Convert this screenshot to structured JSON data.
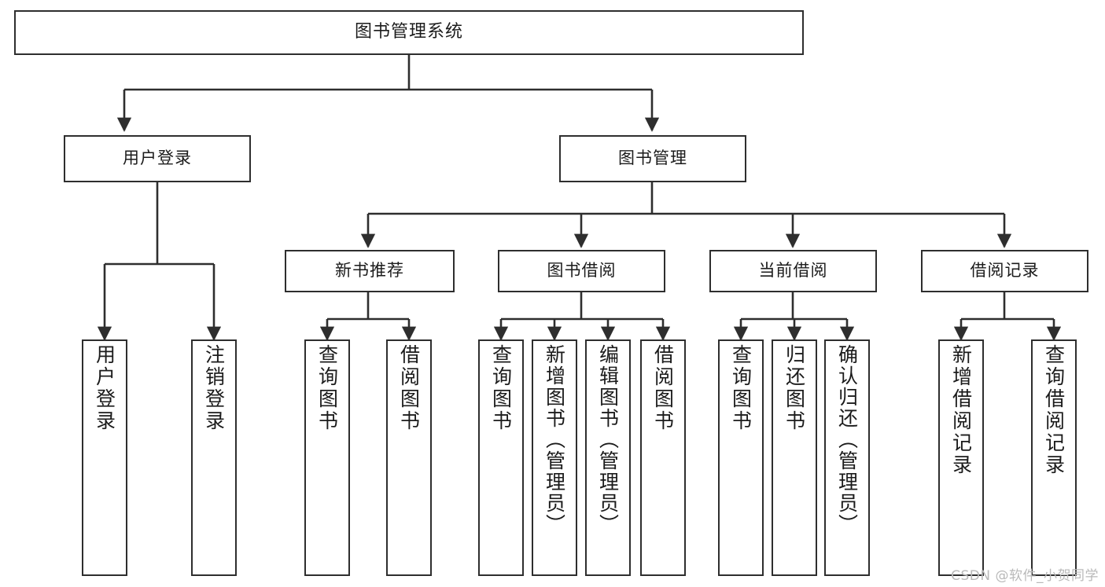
{
  "diagram": {
    "type": "tree",
    "title": "图书管理系统",
    "watermark": "CSDN @软件_小贺同学",
    "colors": {
      "stroke": "#2e2e2e",
      "fill": "#ffffff",
      "text": "#1b1b1b",
      "watermark": "#b9b9b9"
    },
    "root": {
      "label": "图书管理系统"
    },
    "level2": [
      {
        "label": "用户登录"
      },
      {
        "label": "图书管理"
      }
    ],
    "level3": [
      {
        "label": "新书推荐"
      },
      {
        "label": "图书借阅"
      },
      {
        "label": "当前借阅"
      },
      {
        "label": "借阅记录"
      }
    ],
    "leaves": {
      "user_login": [
        {
          "label": "用户登录"
        },
        {
          "label": "注销登录"
        }
      ],
      "new_book": [
        {
          "label": "查询图书"
        },
        {
          "label": "借阅图书"
        }
      ],
      "book_borrow": [
        {
          "label": "查询图书"
        },
        {
          "label": "新增图书（管理员）"
        },
        {
          "label": "编辑图书（管理员）"
        },
        {
          "label": "借阅图书"
        }
      ],
      "current_borrow": [
        {
          "label": "查询图书"
        },
        {
          "label": "归还图书"
        },
        {
          "label": "确认归还（管理员）"
        }
      ],
      "borrow_record": [
        {
          "label": "新增借阅记录"
        },
        {
          "label": "查询借阅记录"
        }
      ]
    }
  }
}
